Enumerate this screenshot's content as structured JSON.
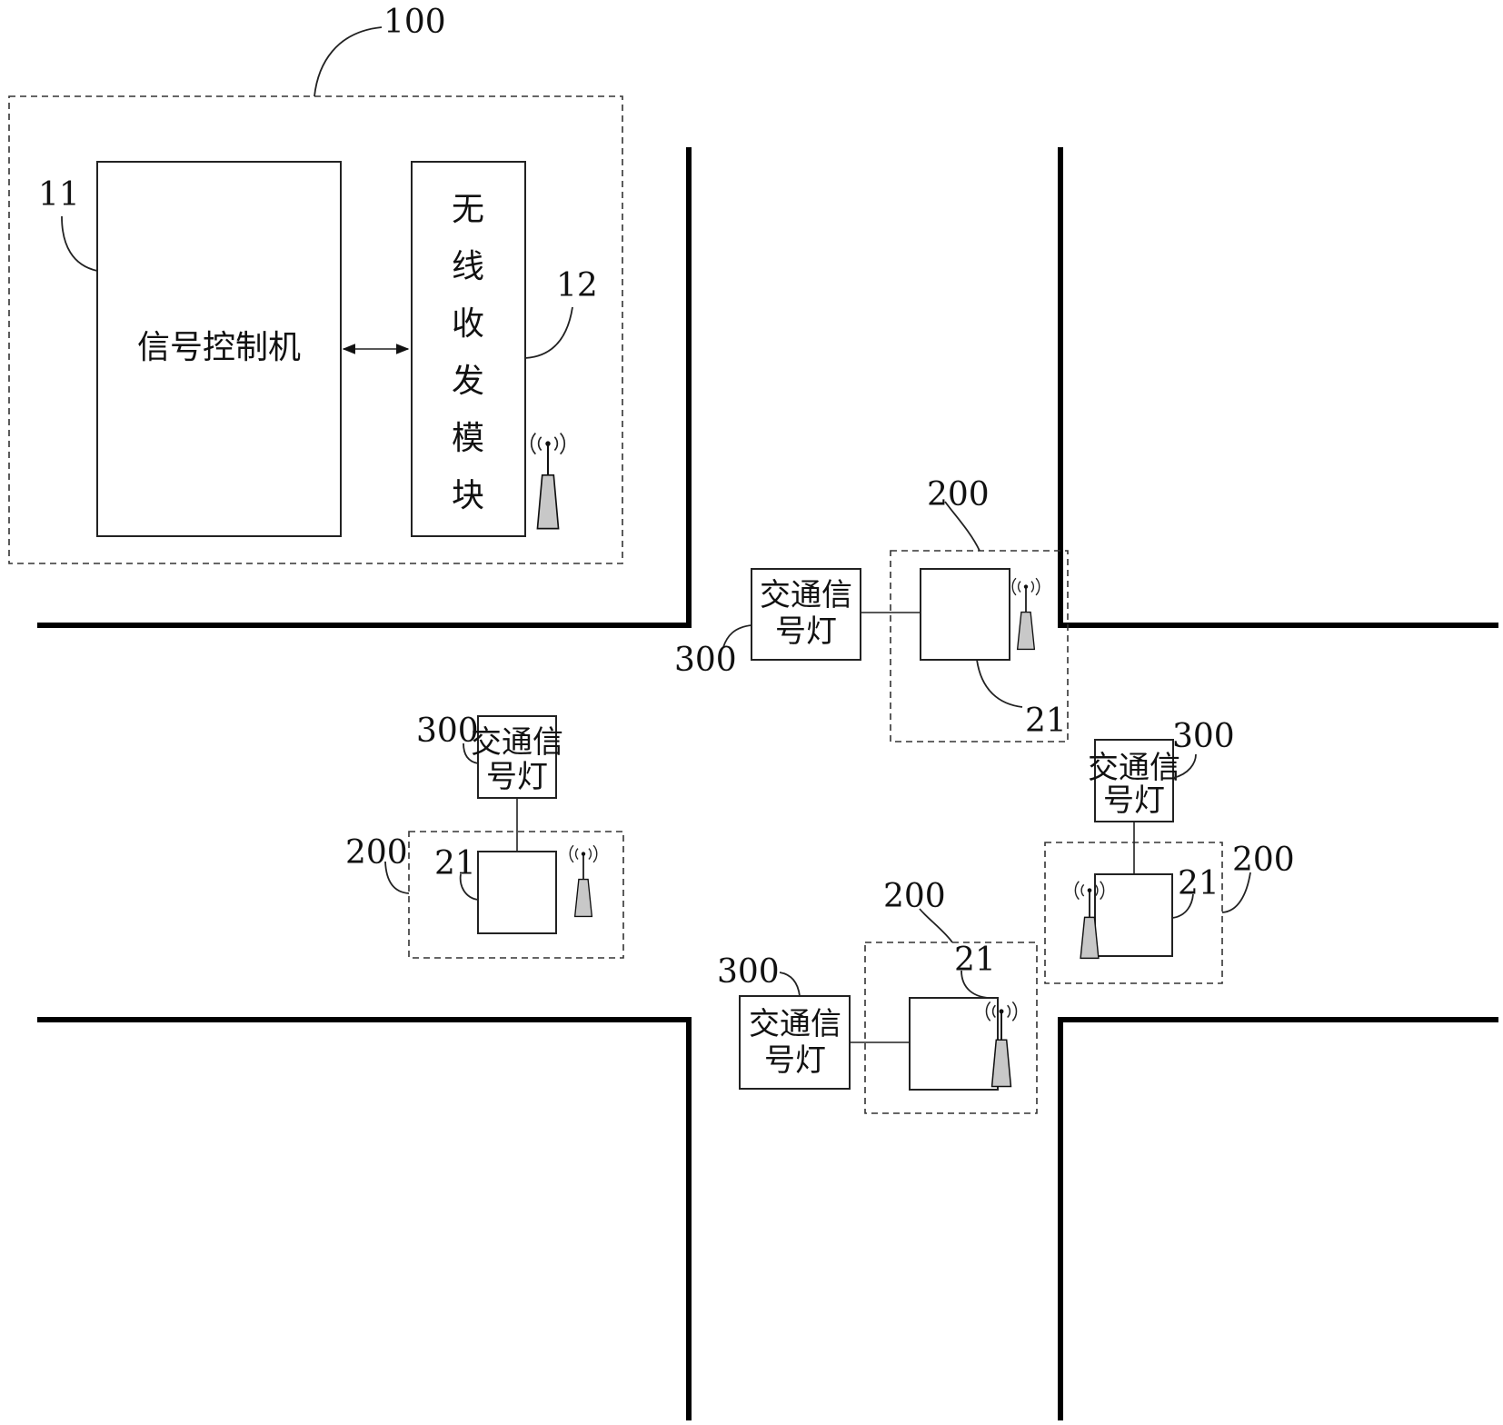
{
  "labels": {
    "system": "100",
    "controller_ref": "11",
    "wireless_ref": "12",
    "terminal_ref": "200",
    "device_ref": "21",
    "light_ref": "300"
  },
  "controller": {
    "text": "信号控制机"
  },
  "wireless_module": {
    "chars": [
      "无",
      "线",
      "收",
      "发",
      "模",
      "块"
    ]
  },
  "traffic_light": {
    "line1": "交通信",
    "line2": "号灯"
  },
  "icons": {
    "antenna": "antenna-icon",
    "double_arrow": "double-arrow-icon"
  },
  "colors": {
    "line": "#000000",
    "background": "#ffffff",
    "antenna_fill": "#c8c8c8"
  }
}
